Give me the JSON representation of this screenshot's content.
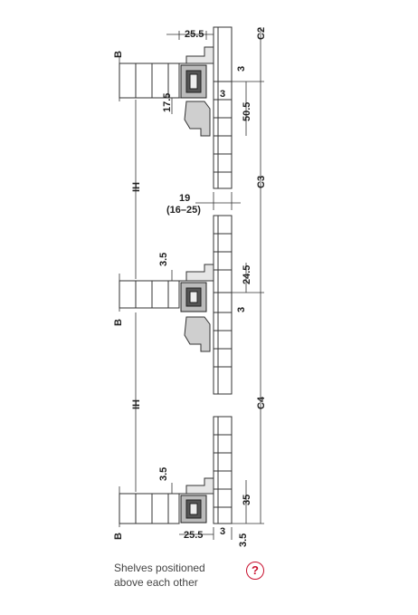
{
  "dimensions": {
    "d_25_5_top": "25.5",
    "d_c2": "C2",
    "d_b_top": "B",
    "d_3_a": "3",
    "d_3_b": "3",
    "d_17_5": "17.5",
    "d_50_5": "50.5",
    "d_ih_top": "IH",
    "d_19": "19",
    "d_16_25": "(16–25)",
    "d_c3": "C3",
    "d_3_5_mid": "3.5",
    "d_24_5": "24.5",
    "d_b_mid": "B",
    "d_3_c": "3",
    "d_ih_bottom": "IH",
    "d_c4": "C4",
    "d_3_5_low": "3.5",
    "d_35": "35",
    "d_b_bottom": "B",
    "d_25_5_bottom": "25.5",
    "d_3_d": "3",
    "d_3_5_bottom": "3.5"
  },
  "caption": {
    "line1": "Shelves positioned",
    "line2": "above each other"
  },
  "help_button": {
    "symbol": "?"
  },
  "colors": {
    "help_accent": "#c8102e",
    "part_fill": "#cfcfcf",
    "line": "#333333"
  }
}
